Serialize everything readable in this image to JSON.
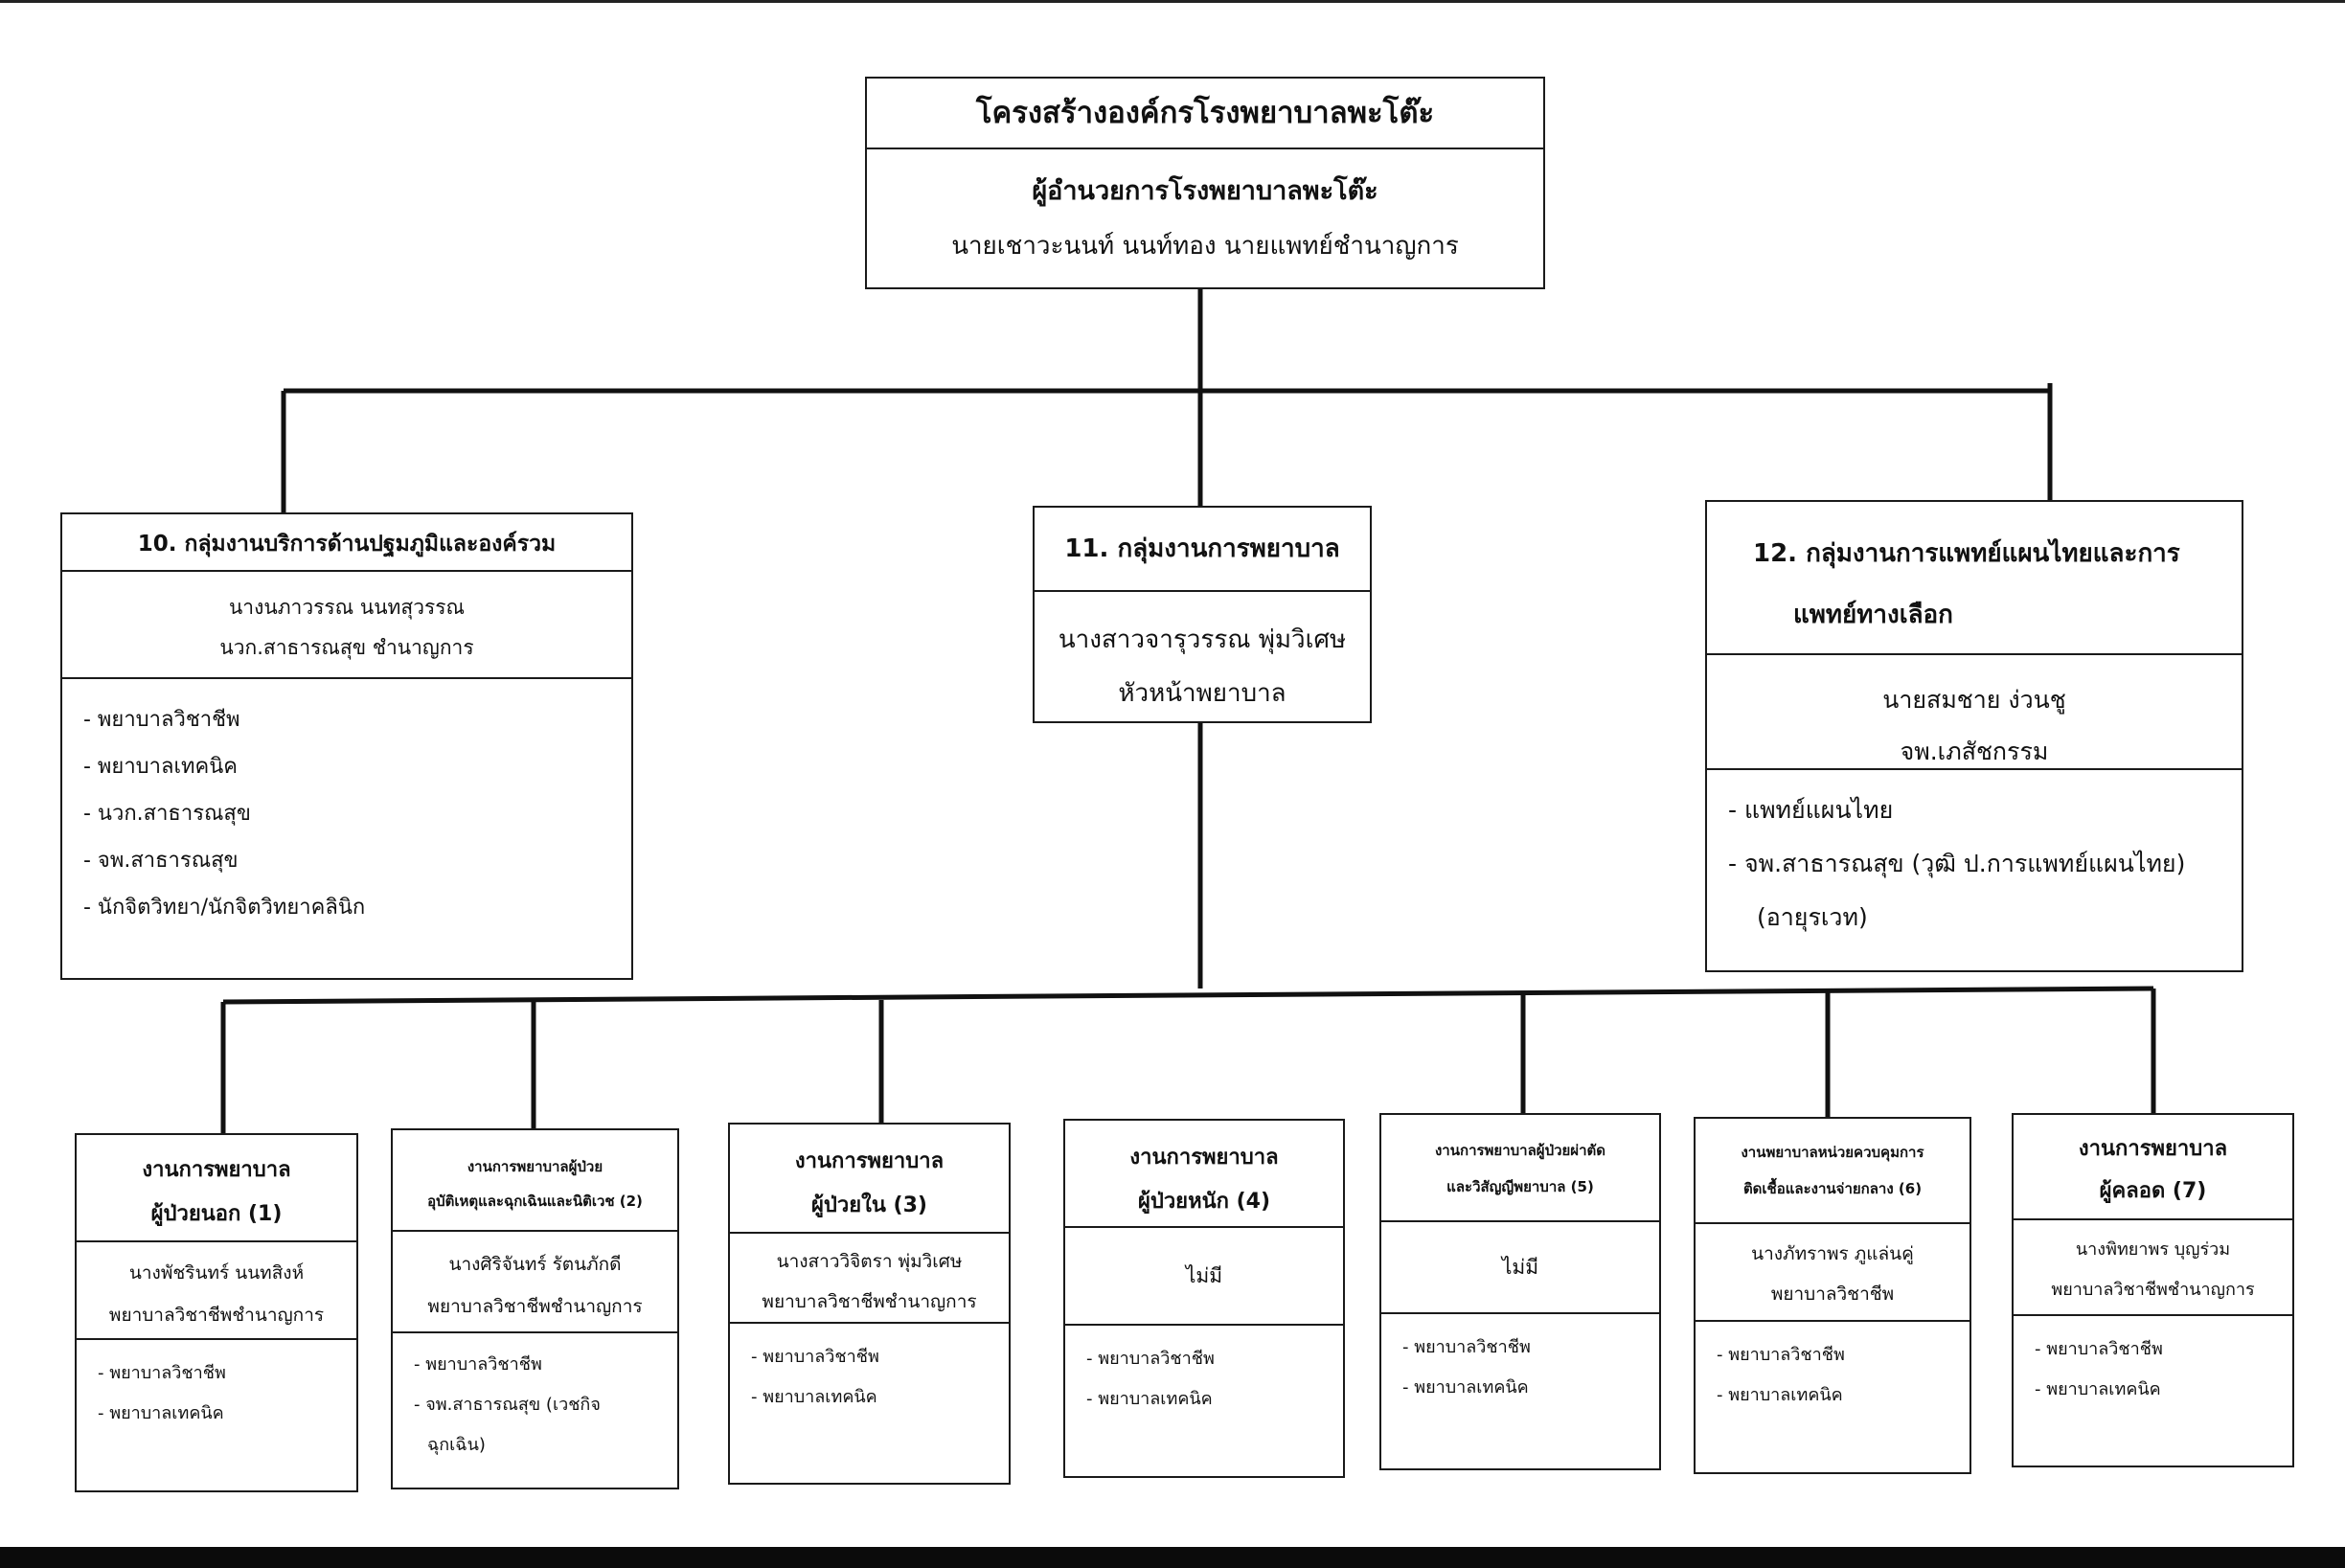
{
  "top": {
    "title": "โครงสร้างองค์กรโรงพยาบาลพะโต๊ะ",
    "director_title": "ผู้อำนวยการโรงพยาบาลพะโต๊ะ",
    "director_name": "นายเชาวะนนท์  นนท์ทอง นายแพทย์ชำนาญการ"
  },
  "groups": [
    {
      "title": "10. กลุ่มงานบริการด้านปฐมภูมิและองค์รวม",
      "head_name": "นางนภาวรรณ นนทสุวรรณ",
      "head_position": "นวก.สาธารณสุข ชำนาญการ",
      "staff": [
        "- พยาบาลวิชาชีพ",
        "- พยาบาลเทคนิค",
        "- นวก.สาธารณสุข",
        "- จพ.สาธารณสุข",
        "- นักจิตวิทยา/นักจิตวิทยาคลินิก"
      ]
    },
    {
      "title": "11. กลุ่มงานการพยาบาล",
      "head_name": "นางสาวจารุวรรณ  พุ่มวิเศษ",
      "head_position": "หัวหน้าพยาบาล"
    },
    {
      "title_line1": "12. กลุ่มงานการแพทย์แผนไทยและการ",
      "title_line2": "แพทย์ทางเลือก",
      "head_name": "นายสมชาย ง่วนชู",
      "head_position": "จพ.เภสัชกรรม",
      "staff": [
        "- แพทย์แผนไทย",
        "- จพ.สาธารณสุข (วุฒิ ป.การแพทย์แผนไทย)",
        "(อายุรเวท)"
      ]
    }
  ],
  "units": [
    {
      "title_line1": "งานการพยาบาล",
      "title_line2": "ผู้ป่วยนอก (1)",
      "head_name": "นางพัชรินทร์ นนทสิงห์",
      "head_position": "พยาบาลวิชาชีพชำนาญการ",
      "staff": [
        "- พยาบาลวิชาชีพ",
        "- พยาบาลเทคนิค"
      ]
    },
    {
      "title_line1": "งานการพยาบาลผู้ป่วย",
      "title_line2": "อุบัติเหตุและฉุกเฉินและนิติเวช (2)",
      "head_name": "นางศิริจันทร์ รัตนภักดี",
      "head_position": "พยาบาลวิชาชีพชำนาญการ",
      "staff": [
        "- พยาบาลวิชาชีพ",
        "- จพ.สาธารณสุข (เวชกิจ",
        "ฉุกเฉิน)"
      ]
    },
    {
      "title_line1": "งานการพยาบาล",
      "title_line2": "ผู้ป่วยใน (3)",
      "head_name": "นางสาววิจิตรา พุ่มวิเศษ",
      "head_position": "พยาบาลวิชาชีพชำนาญการ",
      "staff": [
        "- พยาบาลวิชาชีพ",
        "- พยาบาลเทคนิค"
      ]
    },
    {
      "title_line1": "งานการพยาบาล",
      "title_line2": "ผู้ป่วยหนัก (4)",
      "head_name": "ไม่มี",
      "staff": [
        "- พยาบาลวิชาชีพ",
        "- พยาบาลเทคนิค"
      ]
    },
    {
      "title_line1": "งานการพยาบาลผู้ป่วยผ่าตัด",
      "title_line2": "และวิสัญญีพยาบาล (5)",
      "head_name": "ไม่มี",
      "staff": [
        "- พยาบาลวิชาชีพ",
        "- พยาบาลเทคนิค"
      ]
    },
    {
      "title_line1": "งานพยาบาลหน่วยควบคุมการ",
      "title_line2": "ติดเชื้อและงานจ่ายกลาง (6)",
      "head_name": "นางภัทราพร ภูแล่นคู่",
      "head_position": "พยาบาลวิชาชีพ",
      "staff": [
        "- พยาบาลวิชาชีพ",
        "- พยาบาลเทคนิค"
      ]
    },
    {
      "title_line1": "งานการพยาบาล",
      "title_line2": "ผู้คลอด (7)",
      "head_name": "นางพิทยาพร บุญร่วม",
      "head_position": "พยาบาลวิชาชีพชำนาญการ",
      "staff": [
        "- พยาบาลวิชาชีพ",
        "- พยาบาลเทคนิค"
      ]
    }
  ]
}
